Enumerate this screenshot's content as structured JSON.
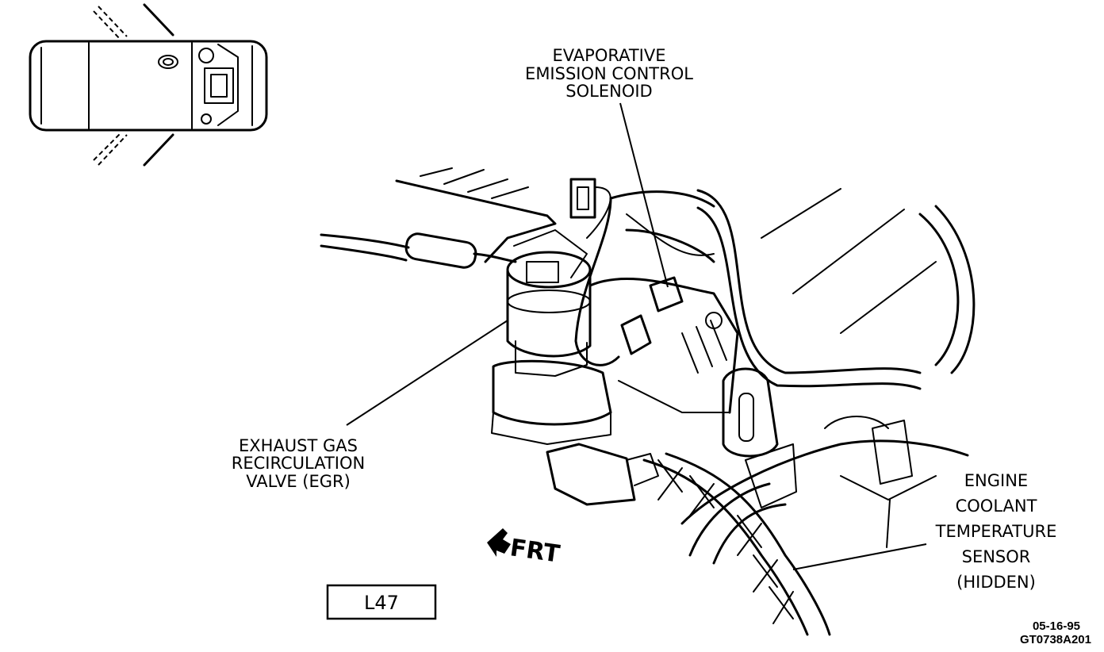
{
  "labels": {
    "evap_line1": "EVAPORATIVE",
    "evap_line2": "EMISSION CONTROL",
    "evap_line3": "SOLENOID",
    "egr_line1": "EXHAUST GAS",
    "egr_line2": "RECIRCULATION",
    "egr_line3": "VALVE (EGR)",
    "ect_line1": "ENGINE",
    "ect_line2": "COOLANT",
    "ect_line3": "TEMPERATURE",
    "ect_line4": "SENSOR",
    "ect_line5": "(HIDDEN)",
    "front_arrow": "FRT",
    "engine_code": "L47",
    "date_code": "05-16-95",
    "figure_code": "GT0738A201"
  },
  "icons": {
    "front_arrow": "arrow-left-icon",
    "vehicle_locator": "vehicle-top-view-icon"
  }
}
